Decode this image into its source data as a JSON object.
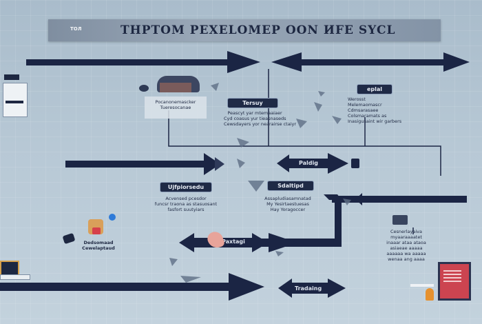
{
  "diagram": {
    "title": "THPTOM PEXELOMEP ООN ИFE SYCL",
    "banner_tag": "ТОЛ",
    "labels": {
      "terms": "Tersuy",
      "top_right": "eplal",
      "mid_left": "Ujfpiorsedu",
      "mid_right": "Sdaltipd",
      "arrow_mid": "Paldig",
      "arrow_low": "Paxtagi",
      "arrow_bottom": "Tradaing",
      "doc_left": "Dedsomaad\nCewelaptaud"
    },
    "texts": {
      "top_left": "Pocanonemascker\nTueresocanae",
      "terms_body": "Peascyt yar mtemaaiaer\nCyd coasus yur tieasnaseds\nCewsdayers yor nearairse ctaiyr",
      "top_right_body": "Werosst\nMelemaomascr\nCdmsarasaee\nColsmaramats as\nInasigusaint wir garbers",
      "mid_left_body": "Acvensed pcesdor\nfuncsr traona as stasuosant\nfasfort suutyiars",
      "mid_right_body": "Assapludiasamnatad\nMy Yesirtaestuesas\nHay Yoragoccer",
      "low_right_body": "Cesnerlayaiva\nmyaaraaaatet\ninaaar ataa ataoa\nasiaeae aaaaa\naaaaaa wa aaaaa\nwenaa ang aaaa"
    },
    "colors": {
      "arrow": "#1b2544",
      "label_bg": "#1f2a46",
      "banner": "#8a98aa",
      "accent_red": "#d6404b",
      "accent_orange": "#e6912f"
    }
  }
}
